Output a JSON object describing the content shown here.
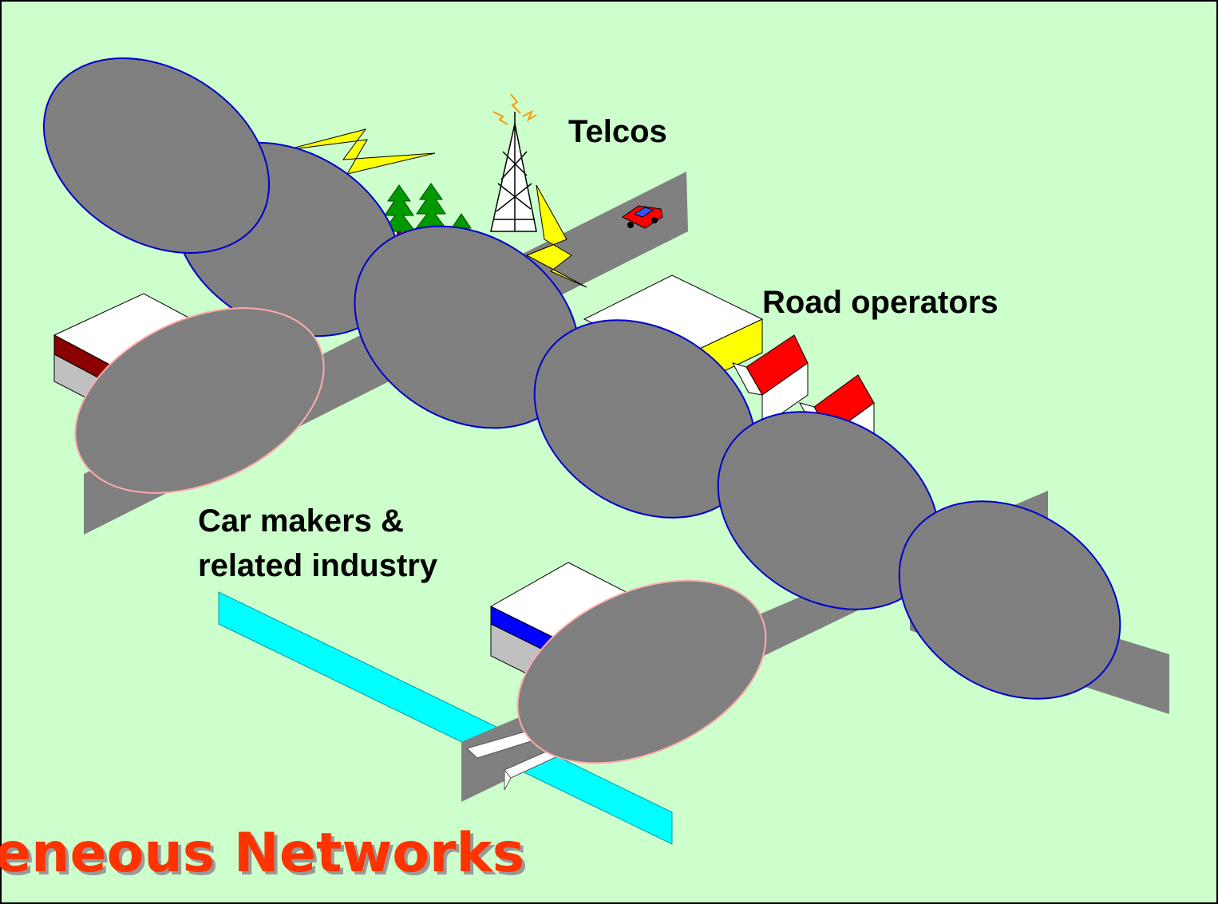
{
  "labels": {
    "telcos": "Telcos",
    "road_operators": "Road operators",
    "car_makers_line1": "Car makers &",
    "car_makers_line2": "related industry"
  },
  "title": "eneous Networks",
  "colors": {
    "background": "#ccffcc",
    "road": "#808080",
    "river": "#00ffff",
    "coverage_fill": "#808080",
    "coverage_outline_blue": "#0000cc",
    "coverage_outline_pink": "#ffaaaa",
    "title_fill": "#ff3300",
    "title_shadow": "#999999",
    "tree": "#009900",
    "lightning": "#ffff00",
    "house_roof": "#ff0000",
    "car": "#ff0000"
  },
  "icons": [
    "tower-icon",
    "tree-icon",
    "car-icon",
    "house-icon",
    "building-icon",
    "lightning-icon"
  ]
}
